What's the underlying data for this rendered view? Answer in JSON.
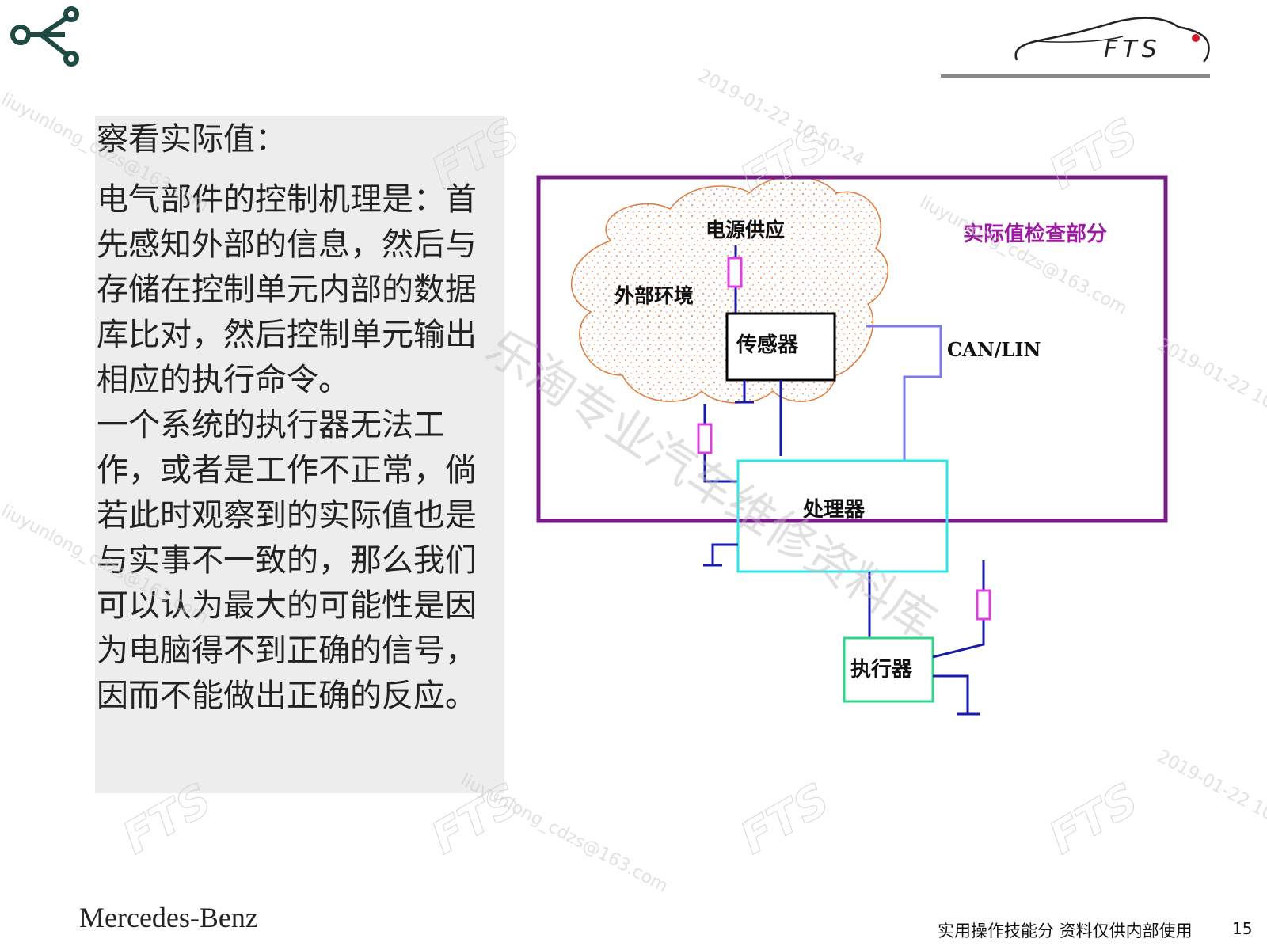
{
  "slide": {
    "heading": "察看实际值：",
    "body_paragraphs": [
      "电气部件的控制机理是：首先感知外部的信息，然后与存储在控制单元内部的数据库比对，然后控制单元输出相应的执行命令。",
      "一个系统的执行器无法工作，或者是工作不正常，倘若此时观察到的实际值也是与实事不一致的，那么我们可以认为最大的可能性是因为电脑得不到正确的信号，因而不能做出正确的反应。"
    ]
  },
  "logo": {
    "text": "FTS",
    "accent_color": "#d41a2a"
  },
  "diagram": {
    "section_title": "实际值检查部分",
    "labels": {
      "power": "电源供应",
      "environment": "外部环境",
      "sensor": "传感器",
      "bus": "CAN/LIN",
      "processor": "处理器",
      "actuator": "执行器"
    },
    "colors": {
      "frame": "#7a1a8a",
      "title": "#9b1aa0",
      "wire": "#1a1aaa",
      "bus_wire": "#7a7aee",
      "processor_border": "#2ee6e6",
      "actuator_border": "#2ed68a",
      "resistor": "#e040e0",
      "cloud": "#e07a3a"
    }
  },
  "footer": {
    "brand": "Mercedes-Benz",
    "note": "实用操作技能分 资料仅供内部使用",
    "page": "15"
  },
  "watermark": {
    "logo_text": "FTS",
    "email": "liuyunlong_cdzs@163.com",
    "datetime": "2019-01-22 10:50:24",
    "shop": "乐淘专业汽车维修资料库"
  }
}
